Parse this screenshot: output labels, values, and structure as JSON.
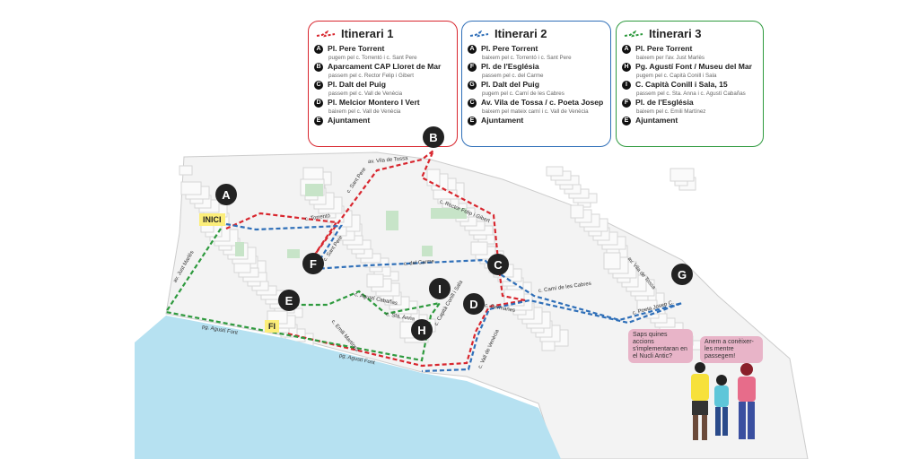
{
  "colors": {
    "route1": "#d8262e",
    "route2": "#2f6fb8",
    "route3": "#2e9a3e",
    "sea": "#b6e1f1",
    "green": "#c7e4c8",
    "ground": "#f3f3f3",
    "label": "#fcee7a"
  },
  "itineraries": [
    {
      "title": "Itinerari 1",
      "color": "#d8262e",
      "stops": [
        {
          "letter": "A",
          "name": "Pl. Pere Torrent",
          "via": "pugem pel c. Torrentó i c. Sant Pere"
        },
        {
          "letter": "B",
          "name": "Aparcament CAP Lloret de Mar",
          "via": "passem pel c. Rector Felip i Gibert"
        },
        {
          "letter": "C",
          "name": "Pl. Dalt del Puig",
          "via": "passem pel c. Vall de Venècia"
        },
        {
          "letter": "D",
          "name": "Pl. Melcior Montero I Vert",
          "via": "baixem pel c. Vall de Venècia"
        },
        {
          "letter": "E",
          "name": "Ajuntament",
          "via": ""
        }
      ]
    },
    {
      "title": "Itinerari 2",
      "color": "#2f6fb8",
      "stops": [
        {
          "letter": "A",
          "name": "Pl. Pere Torrent",
          "via": "baixem pel c. Torrentó i c. Sant Pere"
        },
        {
          "letter": "F",
          "name": "Pl. de l'Església",
          "via": "passem pel c. del Carme"
        },
        {
          "letter": "G",
          "name": "Pl. Dalt del Puig",
          "via": "pugem pel c. Camí de les Cabres"
        },
        {
          "letter": "C",
          "name": "Av. Vila de Tossa / c. Poeta Josep",
          "via": "baixem pel mateix camí i c. Vall de Venècia"
        },
        {
          "letter": "E",
          "name": "Ajuntament",
          "via": ""
        }
      ]
    },
    {
      "title": "Itinerari 3",
      "color": "#2e9a3e",
      "stops": [
        {
          "letter": "A",
          "name": "Pl. Pere Torrent",
          "via": "baixem per l'av. Just Marlès"
        },
        {
          "letter": "H",
          "name": "Pg. Agustí Font / Museu del Mar",
          "via": "pugem pel c. Capità Conill i Sala"
        },
        {
          "letter": "I",
          "name": "C. Capità Conill i Sala, 15",
          "via": "passem pel c. Sta. Anna i c. Agustí Cabañas"
        },
        {
          "letter": "F",
          "name": "Pl. de l'Església",
          "via": "baixem pel c. Emili Martínez"
        },
        {
          "letter": "E",
          "name": "Ajuntament",
          "via": ""
        }
      ]
    }
  ],
  "markers": [
    "A",
    "B",
    "C",
    "D",
    "E",
    "F",
    "G",
    "H",
    "I"
  ],
  "tags": {
    "start": "INICI",
    "end": "FI"
  },
  "streets": [
    "av. Vila de Tossa",
    "c. Rector Felip i Gibert",
    "c. Torrentó",
    "c. Sant Pere",
    "c. Sant Pere",
    "c. del Carme",
    "c. Camí de les Cabres",
    "c. Germanes",
    "c. Agustí Cabañas",
    "c. Sta. Anna",
    "c. Capità Conill i Sala",
    "c. Emili Martínez",
    "av. Just Marlès",
    "pg. Agustí Font",
    "pg. Agustí Font",
    "c. Vall de Venècia",
    "c. Poeta Josep C.",
    "av. Vila de Tossa"
  ],
  "bubbles": [
    "Saps quines accions s'implementaran en el Nucli Antic?",
    "Anem a conèixer-les mentre passegem!"
  ]
}
